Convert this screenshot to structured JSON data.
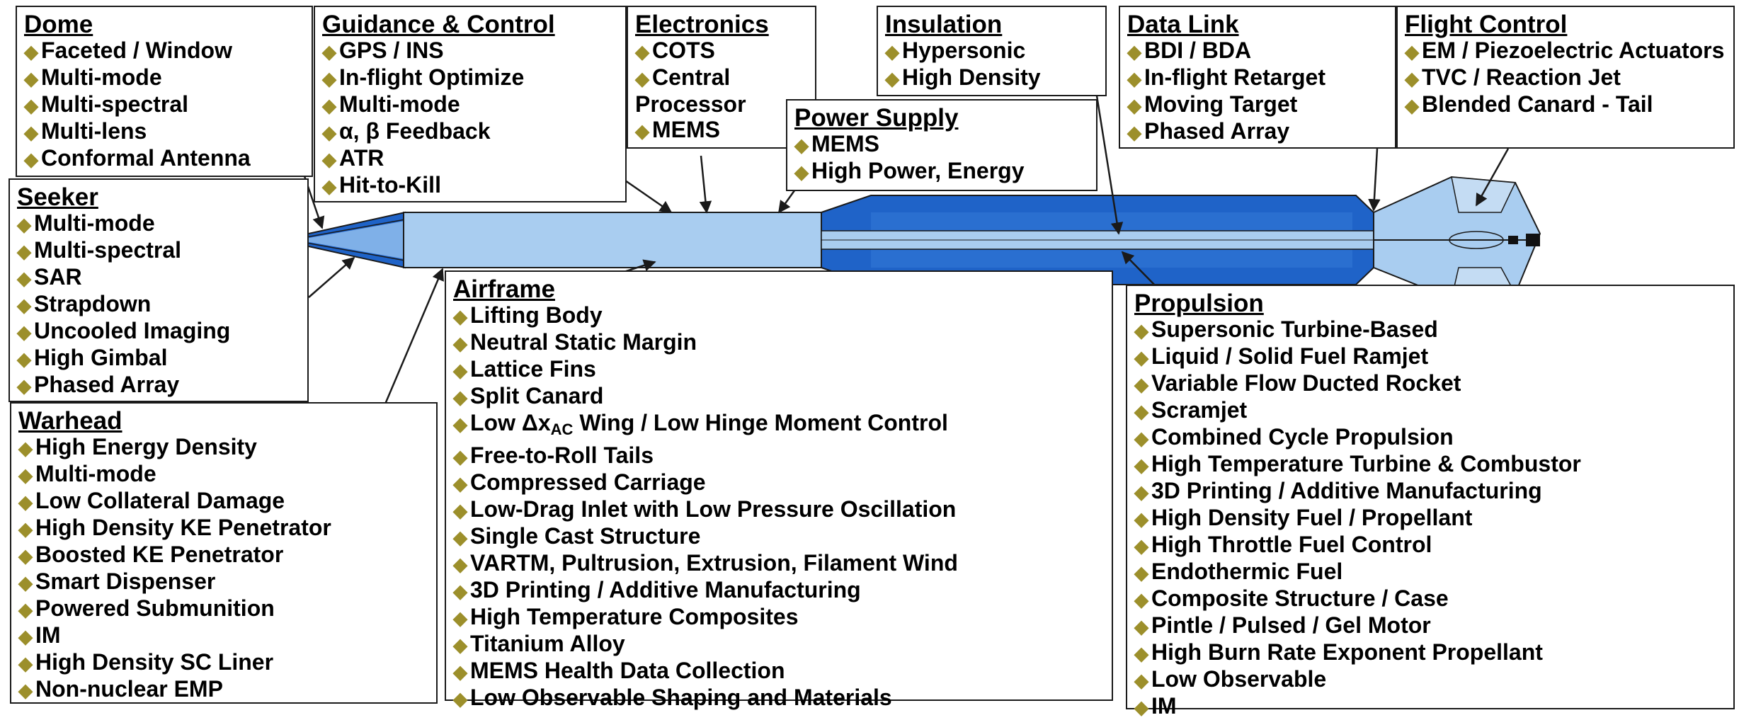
{
  "bullet_glyph": "◆",
  "colors": {
    "bullet": "#9c8f2b",
    "body_light": "#a9cdf0",
    "body_dark": "#1f63c8",
    "outline": "#1a1a1a"
  },
  "boxes": {
    "dome": {
      "title": "Dome",
      "items": [
        "Faceted / Window",
        "Multi-mode",
        "Multi-spectral",
        "Multi-lens",
        "Conformal Antenna"
      ]
    },
    "guidance": {
      "title": "Guidance & Control",
      "items": [
        "GPS / INS",
        "In-flight Optimize",
        "Multi-mode",
        "α, β Feedback",
        "ATR",
        "Hit-to-Kill"
      ]
    },
    "electronics": {
      "title": "Electronics",
      "items": [
        "COTS",
        "Central Processor",
        "MEMS"
      ]
    },
    "insulation": {
      "title": "Insulation",
      "items": [
        "Hypersonic",
        "High Density"
      ]
    },
    "power": {
      "title": "Power Supply",
      "items": [
        "MEMS",
        "High Power, Energy"
      ]
    },
    "datalink": {
      "title": "Data Link",
      "items": [
        "BDI / BDA",
        "In-flight Retarget",
        "Moving Target",
        "Phased Array"
      ]
    },
    "flightcontrol": {
      "title": "Flight Control",
      "items": [
        "EM / Piezoelectric Actuators",
        "TVC / Reaction Jet",
        "Blended Canard - Tail"
      ]
    },
    "seeker": {
      "title": "Seeker",
      "items": [
        "Multi-mode",
        "Multi-spectral",
        "SAR",
        "Strapdown",
        "Uncooled Imaging",
        "High Gimbal",
        "Phased Array"
      ]
    },
    "warhead": {
      "title": "Warhead",
      "items": [
        "High Energy Density",
        "Multi-mode",
        "Low Collateral Damage",
        "High Density KE Penetrator",
        "Boosted KE Penetrator",
        "Smart Dispenser",
        "Powered Submunition",
        "IM",
        "High Density SC Liner",
        "Non-nuclear EMP"
      ]
    },
    "airframe": {
      "title": "Airframe",
      "items": [
        "Lifting Body",
        "Neutral Static Margin",
        "Lattice Fins",
        "Split Canard",
        "",
        "Free-to-Roll Tails",
        "Compressed Carriage",
        "Low-Drag Inlet with Low Pressure Oscillation",
        "Single Cast Structure",
        "VARTM, Pultrusion, Extrusion, Filament Wind",
        "3D Printing / Additive Manufacturing",
        "High Temperature Composites",
        "Titanium Alloy",
        "MEMS Health Data Collection",
        "Low Observable Shaping and Materials"
      ],
      "wing_item": {
        "pre": "Low ",
        "delta": "Δx",
        "sub": "AC",
        "post": " Wing / Low Hinge Moment Control"
      }
    },
    "propulsion": {
      "title": "Propulsion",
      "items": [
        "Supersonic Turbine-Based",
        "Liquid / Solid Fuel Ramjet",
        "Variable Flow Ducted Rocket",
        "Scramjet",
        "Combined Cycle Propulsion",
        "High Temperature Turbine & Combustor",
        "3D Printing / Additive Manufacturing",
        "High Density Fuel / Propellant",
        "High Throttle Fuel Control",
        "Endothermic Fuel",
        "Composite Structure / Case",
        "Pintle / Pulsed / Gel Motor",
        "High Burn Rate Exponent Propellant",
        "Low Observable",
        "IM"
      ]
    }
  }
}
